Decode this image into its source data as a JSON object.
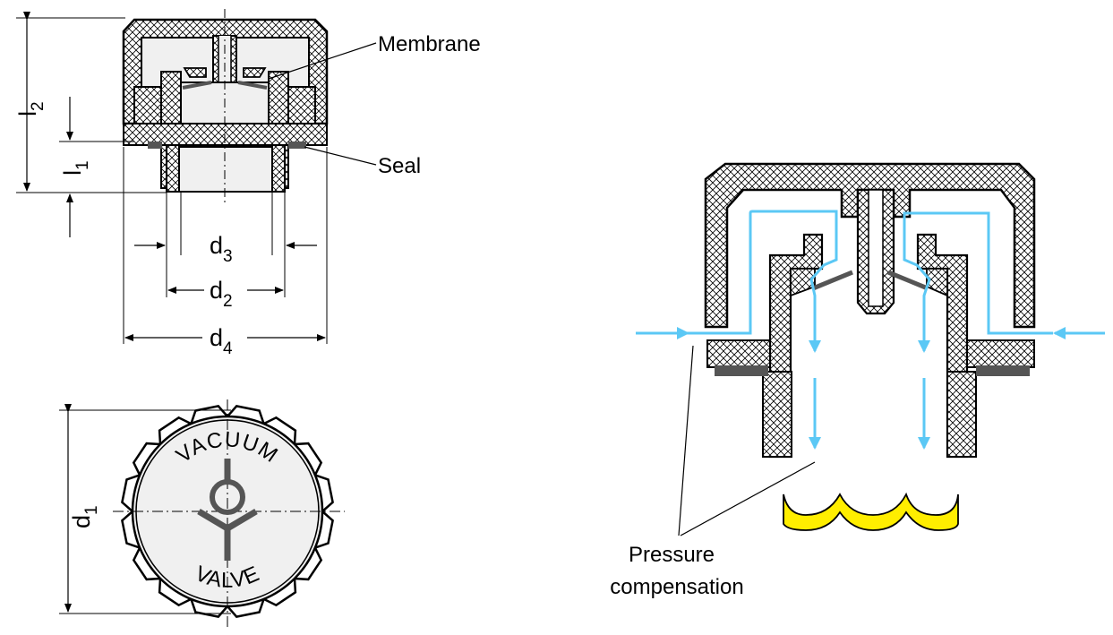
{
  "labels": {
    "membrane": "Membrane",
    "seal": "Seal",
    "pressure_line1": "Pressure",
    "pressure_line2": "compensation"
  },
  "dimensions": {
    "l2": {
      "base": "l",
      "sub": "2"
    },
    "l1": {
      "base": "l",
      "sub": "1"
    },
    "d3": {
      "base": "d",
      "sub": "3"
    },
    "d2": {
      "base": "d",
      "sub": "2"
    },
    "d4": {
      "base": "d",
      "sub": "4"
    },
    "d1": {
      "base": "d",
      "sub": "1"
    }
  },
  "ring_text": {
    "top": "VACUUM",
    "bottom": "VALVE"
  },
  "colors": {
    "outline": "#000000",
    "hatch_fill": "#ffffff",
    "body_light": "#f0f0f0",
    "seal_dark": "#555555",
    "airflow_arrow": "#5bc8f5",
    "membrane_yellow": "#ffee00"
  }
}
